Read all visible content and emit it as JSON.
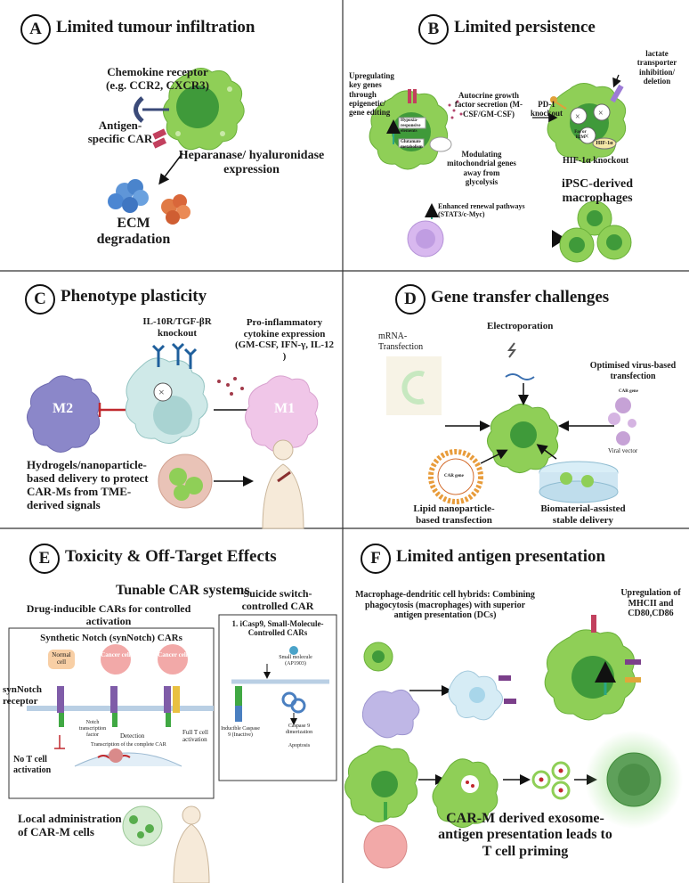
{
  "panels": {
    "a": {
      "letter": "A",
      "title": "Limited tumour infiltration",
      "chemokine": "Chemokine receptor (e.g. CCR2, CXCR3)",
      "antigen_car": "Antigen-specific CAR",
      "heparanase": "Heparanase/ hyaluronidase expression",
      "ecm": "ECM degradation"
    },
    "b": {
      "letter": "B",
      "title": "Limited persistence",
      "upregulating": "Upregulating key genes through epigenetic/ gene editing",
      "hypoxia": "Hypoxia-responsive elements",
      "glutamate": "Glutamate metabolism",
      "autocrine": "Autocrine growth factor secretion (M-CSF/GM-CSF)",
      "modulating": "Modulating mitochondrial genes away from glycolysis",
      "pd1": "PD-1 knockout",
      "lactate": "lactate transporter inhibition/ deletion",
      "fas": "Fas or B2M",
      "hif_in": "HIF-1α",
      "hif_ko": "HIF-1α knockout",
      "ipsc": "iPSC-derived macrophages",
      "renewal": "Enhanced renewal pathways (STAT3/c-Myc)"
    },
    "c": {
      "letter": "C",
      "title": "Phenotype plasticity",
      "ko": "IL-10R/TGF-βR knockout",
      "pro": "Pro-inflammatory cytokine expression (GM-CSF, IFN-γ, IL-12 )",
      "m2": "M2",
      "m1": "M1",
      "hydrogel": "Hydrogels/nanoparticle-based delivery to protect CAR-Ms from TME-derived signals"
    },
    "d": {
      "letter": "D",
      "title": "Gene transfer challenges",
      "electro": "Electroporation",
      "mrna": "mRNA-Transfection",
      "virus": "Optimised virus-based transfection",
      "car_gene1": "CAR gene",
      "viral": "Viral vector",
      "lipid": "Lipid nanoparticle-based transfection",
      "car_gene2": "CAR gene",
      "bio": "Biomaterial-assisted stable delivery"
    },
    "e": {
      "letter": "E",
      "title": "Toxicity & Off-Target Effects",
      "tunable": "Tunable CAR systems",
      "drug": "Drug-inducible CARs for controlled activation",
      "synnotch_title": "Synthetic Notch (synNotch) CARs",
      "normal": "Normal cell",
      "cancer1": "Cancer cell",
      "cancer2": "Cancer cell",
      "receptor": "synNotch receptor",
      "ntf": "Notch transcription factor",
      "detection": "Detection",
      "full": "Full T cell activation",
      "no_t": "No T cell activation",
      "transcription": "Transcription of the complete CAR",
      "suicide": "Suicide switch-controlled CAR",
      "icasp": "1. iCasp9, Small-Molecule-Controlled CARs",
      "small": "Small molecule (AP1903)",
      "inducible": "Inducible Caspase 9 (Inactive)",
      "dimer": "Caspase 9 dimerization",
      "apoptosis": "Apoptosis",
      "local": "Local administration of CAR-M cells"
    },
    "f": {
      "letter": "F",
      "title": "Limited antigen presentation",
      "hybrid": "Macrophage-dendritic cell hybrids: Combining phagocytosis (macrophages) with superior antigen presentation (DCs)",
      "upreg": "Upregulation of MHCII and CD80,CD86",
      "exosome": "CAR-M derived exosome-antigen presentation leads to T cell priming"
    }
  },
  "colors": {
    "macrophage": "#8fcf57",
    "nucleus": "#3f9a3a",
    "m2": "#8b87c9",
    "m1": "#f0c6e8",
    "cancer": "#f2a9a8",
    "arrow": "#111111",
    "inhibit": "#c0282d",
    "divider": "#333333"
  }
}
